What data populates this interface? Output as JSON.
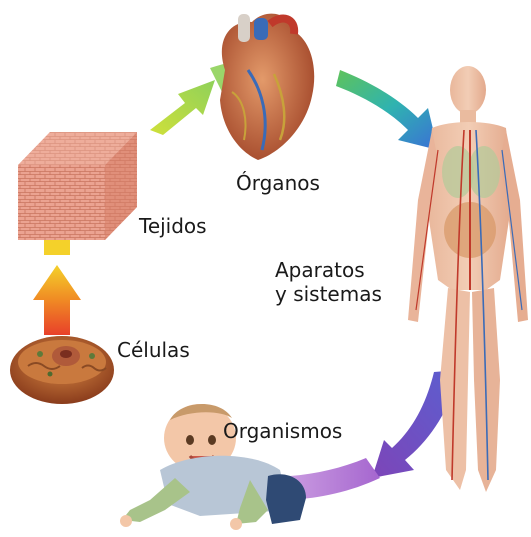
{
  "labels": {
    "organos": "Órganos",
    "tejidos": "Tejidos",
    "aparatos_line1": "Aparatos",
    "aparatos_line2": "y sistemas",
    "celulas": "Células",
    "organismos": "Organismos"
  },
  "colors": {
    "arrow_red": "#e8402a",
    "arrow_orange": "#f08a24",
    "arrow_yellow": "#f4d12a",
    "arrow_yellow_green": "#cfe03a",
    "arrow_green": "#5fc35a",
    "arrow_teal": "#2fb3b0",
    "arrow_blue": "#3b6fd6",
    "arrow_purple": "#7d45b8",
    "arrow_violet": "#b47ad6",
    "tissue": "#e89a84",
    "skin": "#f3c7a8"
  }
}
